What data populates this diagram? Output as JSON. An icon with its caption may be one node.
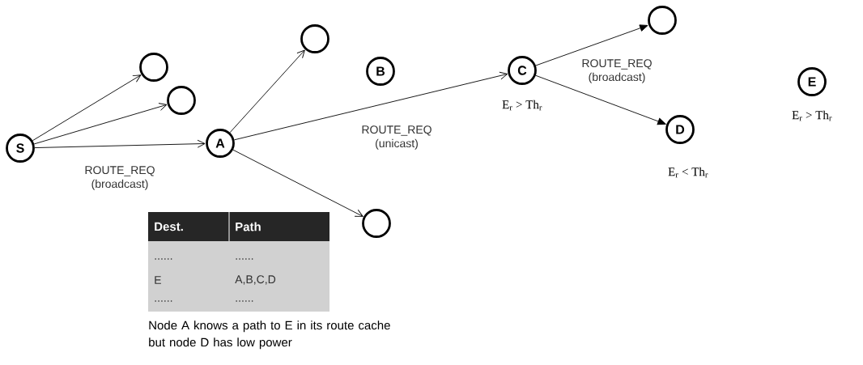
{
  "diagram": {
    "nodes": [
      {
        "text": [
          "S"
        ]
      },
      {
        "text": [],
        "shape": "circle"
      },
      {
        "text": [],
        "shape": "circle"
      },
      {
        "text": [
          "A"
        ]
      },
      {
        "text": [],
        "shape": "circle"
      },
      {
        "text": [
          "B"
        ]
      },
      {
        "text": [
          "C"
        ],
        "beside": [
          "E$_{r}$ > Th$_{r}$"
        ]
      },
      {
        "text": [],
        "shape": "circle"
      },
      {
        "text": [
          "D"
        ],
        "beside": [
          "E$_{r}$ < Th$_{r}$"
        ]
      },
      {
        "text": [
          "E"
        ],
        "beside": [
          "E$_{r}$ > Th$_{r}$"
        ]
      },
      {
        "text": [],
        "shape": "circle"
      }
    ],
    "edges": [
      {
        "from": 0,
        "to": 1,
        "arrow": "to"
      },
      {
        "from": 0,
        "to": 2,
        "arrow": "to"
      },
      {
        "from": 0,
        "to": 3,
        "arrow": "to",
        "label": "ROUTE_REQ (broadcast)"
      },
      {
        "from": 3,
        "to": 4,
        "arrow": "to"
      },
      {
        "from": 3,
        "to": 6,
        "arrow": "to",
        "label": "ROUTE_REQ (unicast)"
      },
      {
        "from": 3,
        "to": 10,
        "arrow": "to"
      },
      {
        "from": 6,
        "to": 7,
        "arrow": "to",
        "label": "ROUTE_REQ (broadcast)"
      },
      {
        "from": 6,
        "to": 8,
        "arrow": "to"
      }
    ],
    "labels": [
      "Dest.",
      "Path",
      "......",
      "......",
      "E",
      "A,B,C,D",
      "......",
      "......",
      "Node A knows a path to E in its route cache but node D has low power"
    ]
  }
}
